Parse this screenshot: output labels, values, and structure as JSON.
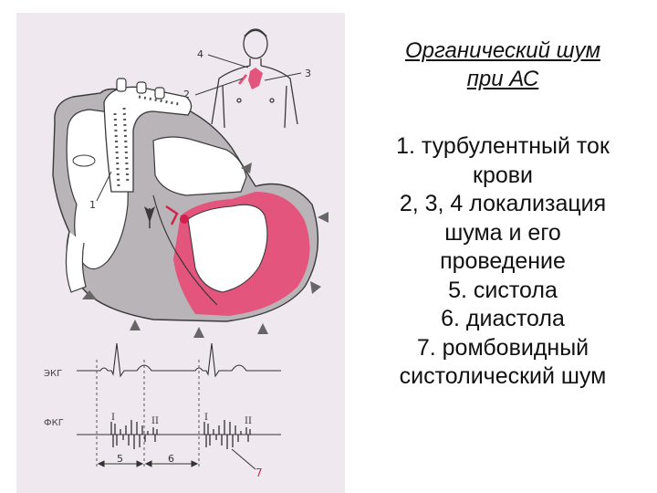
{
  "title": {
    "line1": "Органический шум",
    "line2": "при АС"
  },
  "legend_lines": [
    "1. турбулентный ток",
    "крови",
    "2, 3, 4  локализация",
    "шума и его",
    "проведение",
    "5. систола",
    "6. диастола",
    "7. ромбовидный",
    "систолический шум"
  ],
  "figure": {
    "callouts": {
      "n1": "1",
      "n2": "2",
      "n3": "3",
      "n4": "4",
      "n5": "5",
      "n6": "6",
      "n7": "7"
    },
    "ecg_label": "ЭКГ",
    "pcg_label": "ФКГ",
    "sound_labels": [
      "I",
      "II",
      "I",
      "II"
    ]
  },
  "colors": {
    "figure_background": "#efe8ee",
    "myocardium_pink": "#e4557e",
    "heart_wall_gray": "#b9b4b7",
    "outline": "#3a3a3a",
    "marker_red": "#d21f4c"
  }
}
